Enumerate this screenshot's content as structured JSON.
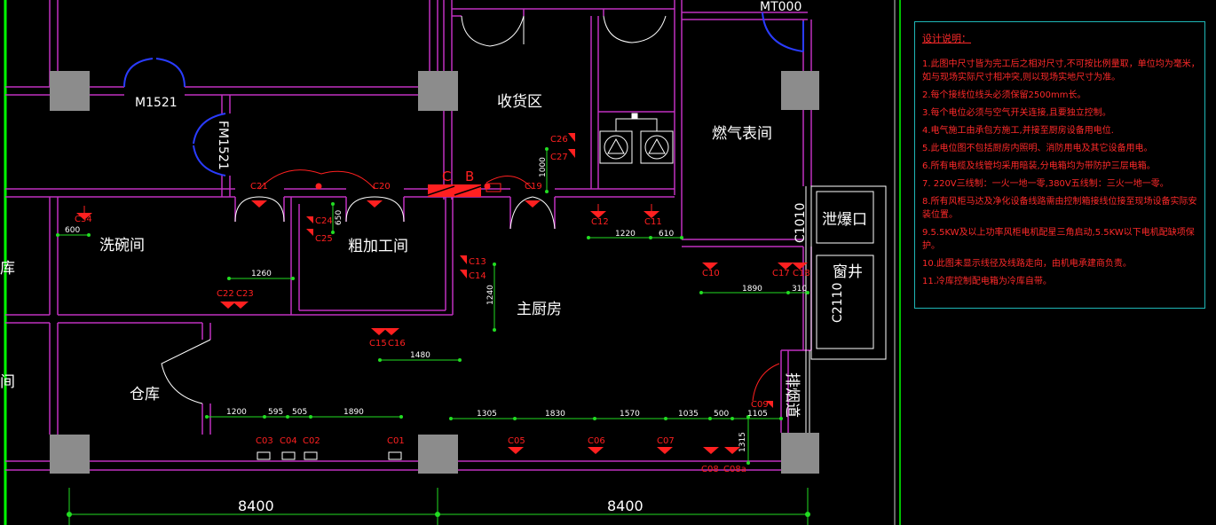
{
  "rooms": {
    "receiving": "收货区",
    "gas_meter": "燃气表间",
    "dishwashing": "洗碗间",
    "rough_processing": "粗加工间",
    "main_kitchen": "主厨房",
    "warehouse": "仓库",
    "explosion_vent": "泄爆口",
    "window_well": "窗井",
    "smoke_exhaust": "排烟道",
    "partial_left_1": "库",
    "partial_left_2": "间"
  },
  "doors": {
    "m1521": "M1521",
    "fm1521": "FM1521",
    "top_right": "MT000",
    "c1010": "C1010",
    "c2110": "C2110"
  },
  "sockets": {
    "c01": "C01",
    "c02": "C02",
    "c03": "C03",
    "c04": "C04",
    "c05": "C05",
    "c06": "C06",
    "c07": "C07",
    "c08": "C08",
    "c08a": "C08a",
    "c09": "C09",
    "c10": "C10",
    "c11": "C11",
    "c12": "C12",
    "c13": "C13",
    "c14": "C14",
    "c15": "C15",
    "c16": "C16",
    "c17": "C17",
    "c18": "C18",
    "c19": "C19",
    "c20": "C20",
    "c21": "C21",
    "c22": "C22",
    "c23": "C23",
    "c24": "C24",
    "c25": "C25",
    "c26": "C26",
    "c27": "C27",
    "c34": "C34"
  },
  "panel": {
    "c": "C",
    "b": "B"
  },
  "dimensions": {
    "d600": "600",
    "d1260": "1260",
    "d650": "650",
    "d1000": "1000",
    "d1220": "1220",
    "d610": "610",
    "d1890_top": "1890",
    "d310": "310",
    "d1240": "1240",
    "d1480": "1480",
    "d1200": "1200",
    "d595": "595",
    "d505": "505",
    "d1890": "1890",
    "d1305": "1305",
    "d1830": "1830",
    "d1570": "1570",
    "d1035": "1035",
    "d500": "500",
    "d1105": "1105",
    "d1315": "1315",
    "axis_left": "8400",
    "axis_right": "8400"
  },
  "notes": {
    "title": "设计说明：",
    "items": [
      "1.此图中尺寸皆为完工后之相对尺寸,不可按比例量取，单位均为毫米，如与现场实际尺寸相冲突,则以现场实地尺寸为准。",
      "2.每个接线位线头必须保留2500mm长。",
      "3.每个电位必须与空气开关连接,且要独立控制。",
      "4.电气施工由承包方施工,并接至厨房设备用电位.",
      "5.此电位图不包括厨房内照明、消防用电及其它设备用电。",
      "6.所有电缆及线管均采用暗装,分电箱均为带防护三层电箱。",
      "7. 220V三线制：一火一地一零,380V五线制：三火一地一零。",
      "8.所有风柜马达及净化设备线路需由控制箱接线位接至现场设备实际安装位置。",
      "9.5.5KW及以上功率风柜电机配星三角启动,5.5KW以下电机配缺项保护。",
      "10.此图未显示线径及线路走向，由机电承建商负责。",
      "11.冷库控制配电箱为冷库自带。"
    ]
  },
  "colors": {
    "background": "#000000",
    "wall": "#c030c0",
    "dimension": "#22dd22",
    "socket": "#ff2020",
    "door": "#2a3cff",
    "text": "#ffffff",
    "column": "#8c8c8c",
    "frame_green": "#00ff00",
    "notes_border": "#1fb7b7"
  }
}
